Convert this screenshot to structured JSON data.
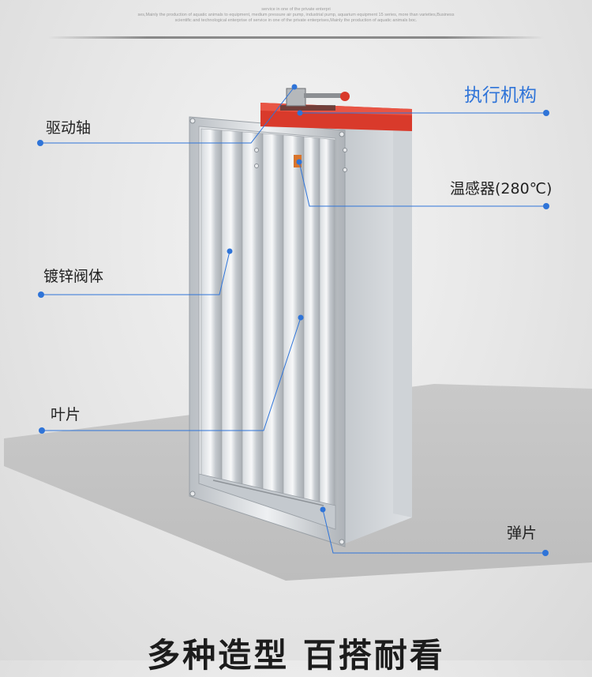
{
  "header": {
    "line1": "service in one of the private enterpri",
    "line2": "ses,Mainly the production of aquatic animals to equipment, medium pressure air pump, industrial pump, aquarium equipment 15 series, more than varieties,Business",
    "line3": "scientific and technological enterprise of service in one of the private enterprises,Mainly the production of aquatic animals boc."
  },
  "callouts": {
    "actuator": "执行机构",
    "drive_shaft": "驱动轴",
    "temp_sensor": "温感器(280℃)",
    "galvanized_body": "镀锌阀体",
    "blade": "叶片",
    "spring_plate": "弹片"
  },
  "bottom_title": "多种造型 百搭耐看",
  "colors": {
    "accent": "#2f74d8",
    "actuator_red": "#d93a2b",
    "metal": "#c9cdd1"
  }
}
